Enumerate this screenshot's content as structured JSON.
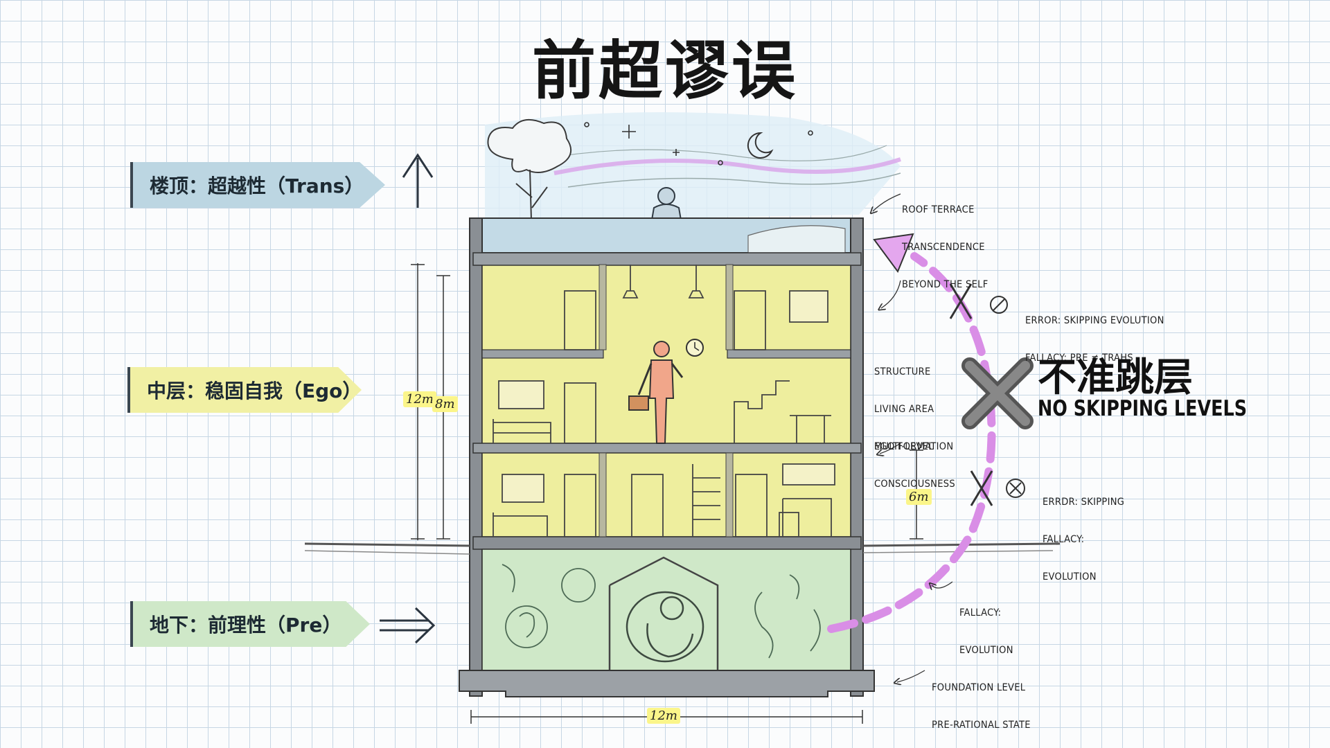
{
  "title": "前超谬误",
  "levels": {
    "trans": "楼顶：超越性（Trans）",
    "ego": "中层：稳固自我（Ego）",
    "pre": "地下：前理性（Pre）"
  },
  "annotations": {
    "roof": [
      "ROOF TERRACE",
      "TRANSCENDENCE",
      "BEYOND THE SELF"
    ],
    "error1": [
      "ERROR: SKIPPING EVOLUTION",
      "FALLACY: PRE ≠ TRAHS"
    ],
    "structure": [
      "STRUCTURE",
      "LIVING AREA",
      "EGO FORMATION"
    ],
    "multilevel": [
      "MULTI-LEVEL",
      "CONSCIOUSNESS"
    ],
    "error2": [
      "ERRDR: SKIPPING",
      "FALLACY:",
      "EVOLUTION"
    ],
    "fallacy": [
      "FALLACY:",
      "EVOLUTION"
    ],
    "foundation": [
      "FOUNDATION LEVEL",
      "PRE-RATIONAL STATE"
    ]
  },
  "warning": {
    "cn": "不准跳层",
    "en": "NO SKIPPING LEVELS"
  },
  "dimensions": {
    "height_outer": "12m",
    "height_inner": "8m",
    "floor_height": "6m",
    "width": "12m"
  },
  "colors": {
    "roof": "#bcd6e2",
    "ego": "#f1f0a4",
    "basement": "#cfe8c8",
    "arrow": "#d98ee6"
  }
}
